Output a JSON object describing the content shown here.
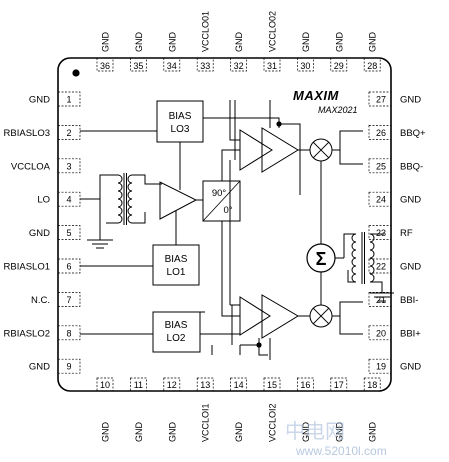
{
  "chip": {
    "brand": "MAXIM",
    "part_number": "MAX2021"
  },
  "blocks": {
    "bias_lo3": [
      "BIAS",
      "LO3"
    ],
    "bias_lo1": [
      "BIAS",
      "LO1"
    ],
    "bias_lo2": [
      "BIAS",
      "LO2"
    ],
    "phase_shifter": [
      "90°",
      "0°"
    ],
    "summer": "Σ"
  },
  "pins_top": [
    {
      "num": "36",
      "label": "GND"
    },
    {
      "num": "35",
      "label": "GND"
    },
    {
      "num": "34",
      "label": "GND"
    },
    {
      "num": "33",
      "label": "VCCLO01"
    },
    {
      "num": "32",
      "label": "GND"
    },
    {
      "num": "31",
      "label": "VCCLO02"
    },
    {
      "num": "30",
      "label": "GND"
    },
    {
      "num": "29",
      "label": "GND"
    },
    {
      "num": "28",
      "label": "GND"
    }
  ],
  "pins_left": [
    {
      "num": "1",
      "label": "GND"
    },
    {
      "num": "2",
      "label": "RBIASLO3"
    },
    {
      "num": "3",
      "label": "VCCLOA"
    },
    {
      "num": "4",
      "label": "LO"
    },
    {
      "num": "5",
      "label": "GND"
    },
    {
      "num": "6",
      "label": "RBIASLO1"
    },
    {
      "num": "7",
      "label": "N.C."
    },
    {
      "num": "8",
      "label": "RBIASLO2"
    },
    {
      "num": "9",
      "label": "GND"
    }
  ],
  "pins_right": [
    {
      "num": "27",
      "label": "GND"
    },
    {
      "num": "26",
      "label": "BBQ+"
    },
    {
      "num": "25",
      "label": "BBQ-"
    },
    {
      "num": "24",
      "label": "GND"
    },
    {
      "num": "23",
      "label": "RF"
    },
    {
      "num": "22",
      "label": "GND"
    },
    {
      "num": "21",
      "label": "BBI-"
    },
    {
      "num": "20",
      "label": "BBI+"
    },
    {
      "num": "19",
      "label": "GND"
    }
  ],
  "pins_bottom": [
    {
      "num": "10",
      "label": "GND"
    },
    {
      "num": "11",
      "label": "GND"
    },
    {
      "num": "12",
      "label": "GND"
    },
    {
      "num": "13",
      "label": "VCCLOI1"
    },
    {
      "num": "14",
      "label": "GND"
    },
    {
      "num": "15",
      "label": "VCCLOI2"
    },
    {
      "num": "16",
      "label": "GND"
    },
    {
      "num": "17",
      "label": "GND"
    },
    {
      "num": "18",
      "label": "GND"
    }
  ],
  "watermark": {
    "line1": "中电网",
    "line2": "www.52010l.com"
  }
}
